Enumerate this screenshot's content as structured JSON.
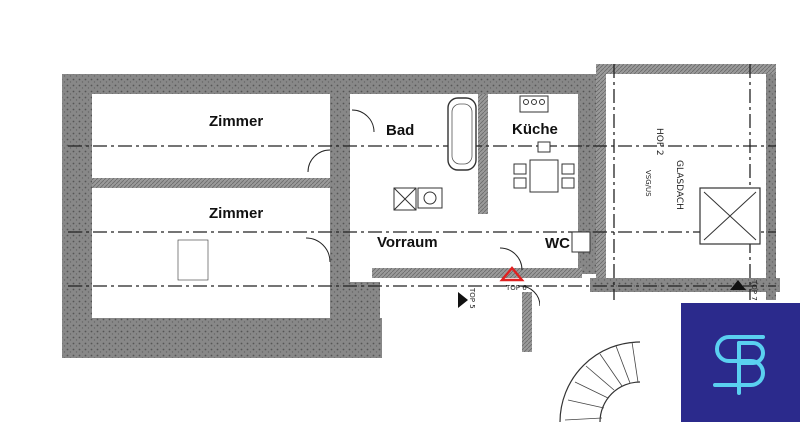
{
  "rooms": {
    "zimmer_1": "Zimmer",
    "zimmer_2": "Zimmer",
    "bad": "Bad",
    "kueche": "Küche",
    "vorraum": "Vorraum",
    "wc": "WC"
  },
  "annotations": {
    "top6": "TOP 6",
    "top5": "TOP 5",
    "top7": "TOP 7",
    "hof": "HOF 2",
    "glasdach": "GLASDACH",
    "vsg": "VSG/US"
  },
  "logo": {
    "letters": "SP",
    "icon": "sp-monogram-logo",
    "background": "#2b2a8c",
    "stroke": "#5ad0f0"
  },
  "colors": {
    "wall_hatch": "#8a8a8a",
    "wall_dark": "#5c5c5c",
    "marker": "#e02020"
  }
}
